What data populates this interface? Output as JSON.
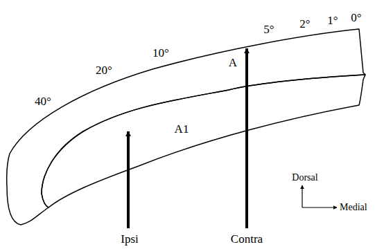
{
  "diagram": {
    "nodes": [
      {
        "text": [
          "A"
        ]
      },
      {
        "text": [
          "A1"
        ]
      }
    ],
    "labels": [
      "40°",
      "20°",
      "10°",
      "5°",
      "2°",
      "1°",
      "0°",
      "Ipsi",
      "Contra",
      "Dorsal",
      "Medial"
    ]
  }
}
